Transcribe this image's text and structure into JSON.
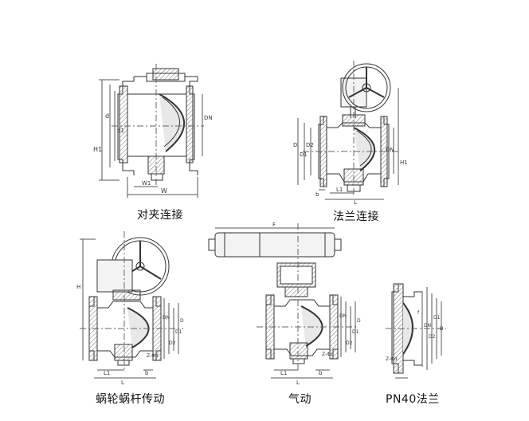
{
  "captions": {
    "wafer": "对夹连接",
    "flange": "法兰连接",
    "worm_gear": "蜗轮蜗杆传动",
    "pneumatic": "气动",
    "pn40": "PN40法兰"
  },
  "dimension_labels": {
    "wafer": {
      "d": "d",
      "d1": "d1",
      "dn": "DN",
      "h1": "H1",
      "w1": "W1",
      "w": "W"
    },
    "flange": {
      "d": "D",
      "d1": "D1",
      "d2": "D2",
      "dn": "DN",
      "h1": "H1",
      "l": "L",
      "l1": "L1",
      "b": "b"
    },
    "worm_gear": {
      "h": "H",
      "l": "L",
      "l1": "L1",
      "b": "b",
      "d_labels": [
        "D",
        "D1",
        "D2",
        "DN"
      ],
      "z": "Z-Φd"
    },
    "pneumatic": {
      "f": "F",
      "l": "L",
      "l1": "L1",
      "b": "b",
      "d_labels": [
        "D",
        "D1",
        "D2",
        "DN"
      ],
      "z": "Z-Φd"
    },
    "pn40": {
      "d_labels": [
        "D",
        "D1",
        "D2",
        "DN",
        "f"
      ],
      "z": "Z-Φd"
    }
  }
}
